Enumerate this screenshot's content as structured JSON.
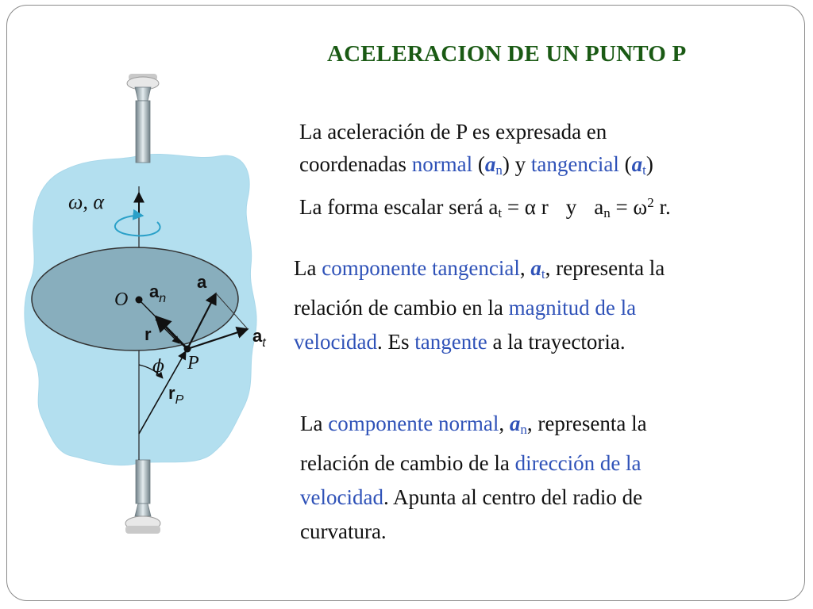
{
  "title": "ACELERACION DE UN PUNTO P",
  "intro": {
    "line1": "La aceleración de P es expresada en",
    "line2_pre": "coordenadas ",
    "normal": "normal",
    "open1": " (",
    "an_sym": "a",
    "an_sub": "n",
    "close1": ") y ",
    "tangencial": "tangencial",
    "open2": " (",
    "at_sym": "a",
    "at_sub": "t",
    "close2": ")",
    "scalar_pre": "La forma escalar será a",
    "scalar_t": "t",
    "scalar_eq1": " = α r",
    "scalar_y": "y",
    "scalar_an": "a",
    "scalar_n": "n",
    "scalar_eq2": " = ω",
    "scalar_2": "2",
    "scalar_end": " r."
  },
  "tangential": {
    "pre": "La ",
    "term": "componente tangencial",
    "comma": ", ",
    "sym": "a",
    "sub": "t",
    "post": ", representa la",
    "line2_pre": "relación de cambio en la ",
    "line2_hl": "magnitud de la",
    "line3_hl1": "velocidad",
    "line3_mid": ".  Es ",
    "line3_hl2": "tangente",
    "line3_end": " a la trayectoria."
  },
  "normal": {
    "pre": "La ",
    "term": "componente normal",
    "comma": ", ",
    "sym": "a",
    "sub": "n",
    "post": ", representa la",
    "line2_pre": "relación de cambio de la ",
    "line2_hl": "dirección de la",
    "line3_hl": "velocidad",
    "line3_end": ".  Apunta al centro del radio de",
    "line4": "curvatura."
  },
  "figure": {
    "omega_alpha": "ω, α",
    "O": "O",
    "a": "a",
    "an_a": "a",
    "an_n": "n",
    "r": "r",
    "at_a": "a",
    "at_t": "t",
    "P": "P",
    "phi": "ϕ",
    "rP_r": "r",
    "rP_P": "P"
  },
  "colors": {
    "title": "#1a5a14",
    "highlight": "#2f52b8",
    "body_fill": "#b3dfef",
    "disk_fill": "#88aebd",
    "frame": "#8a8a8a"
  }
}
